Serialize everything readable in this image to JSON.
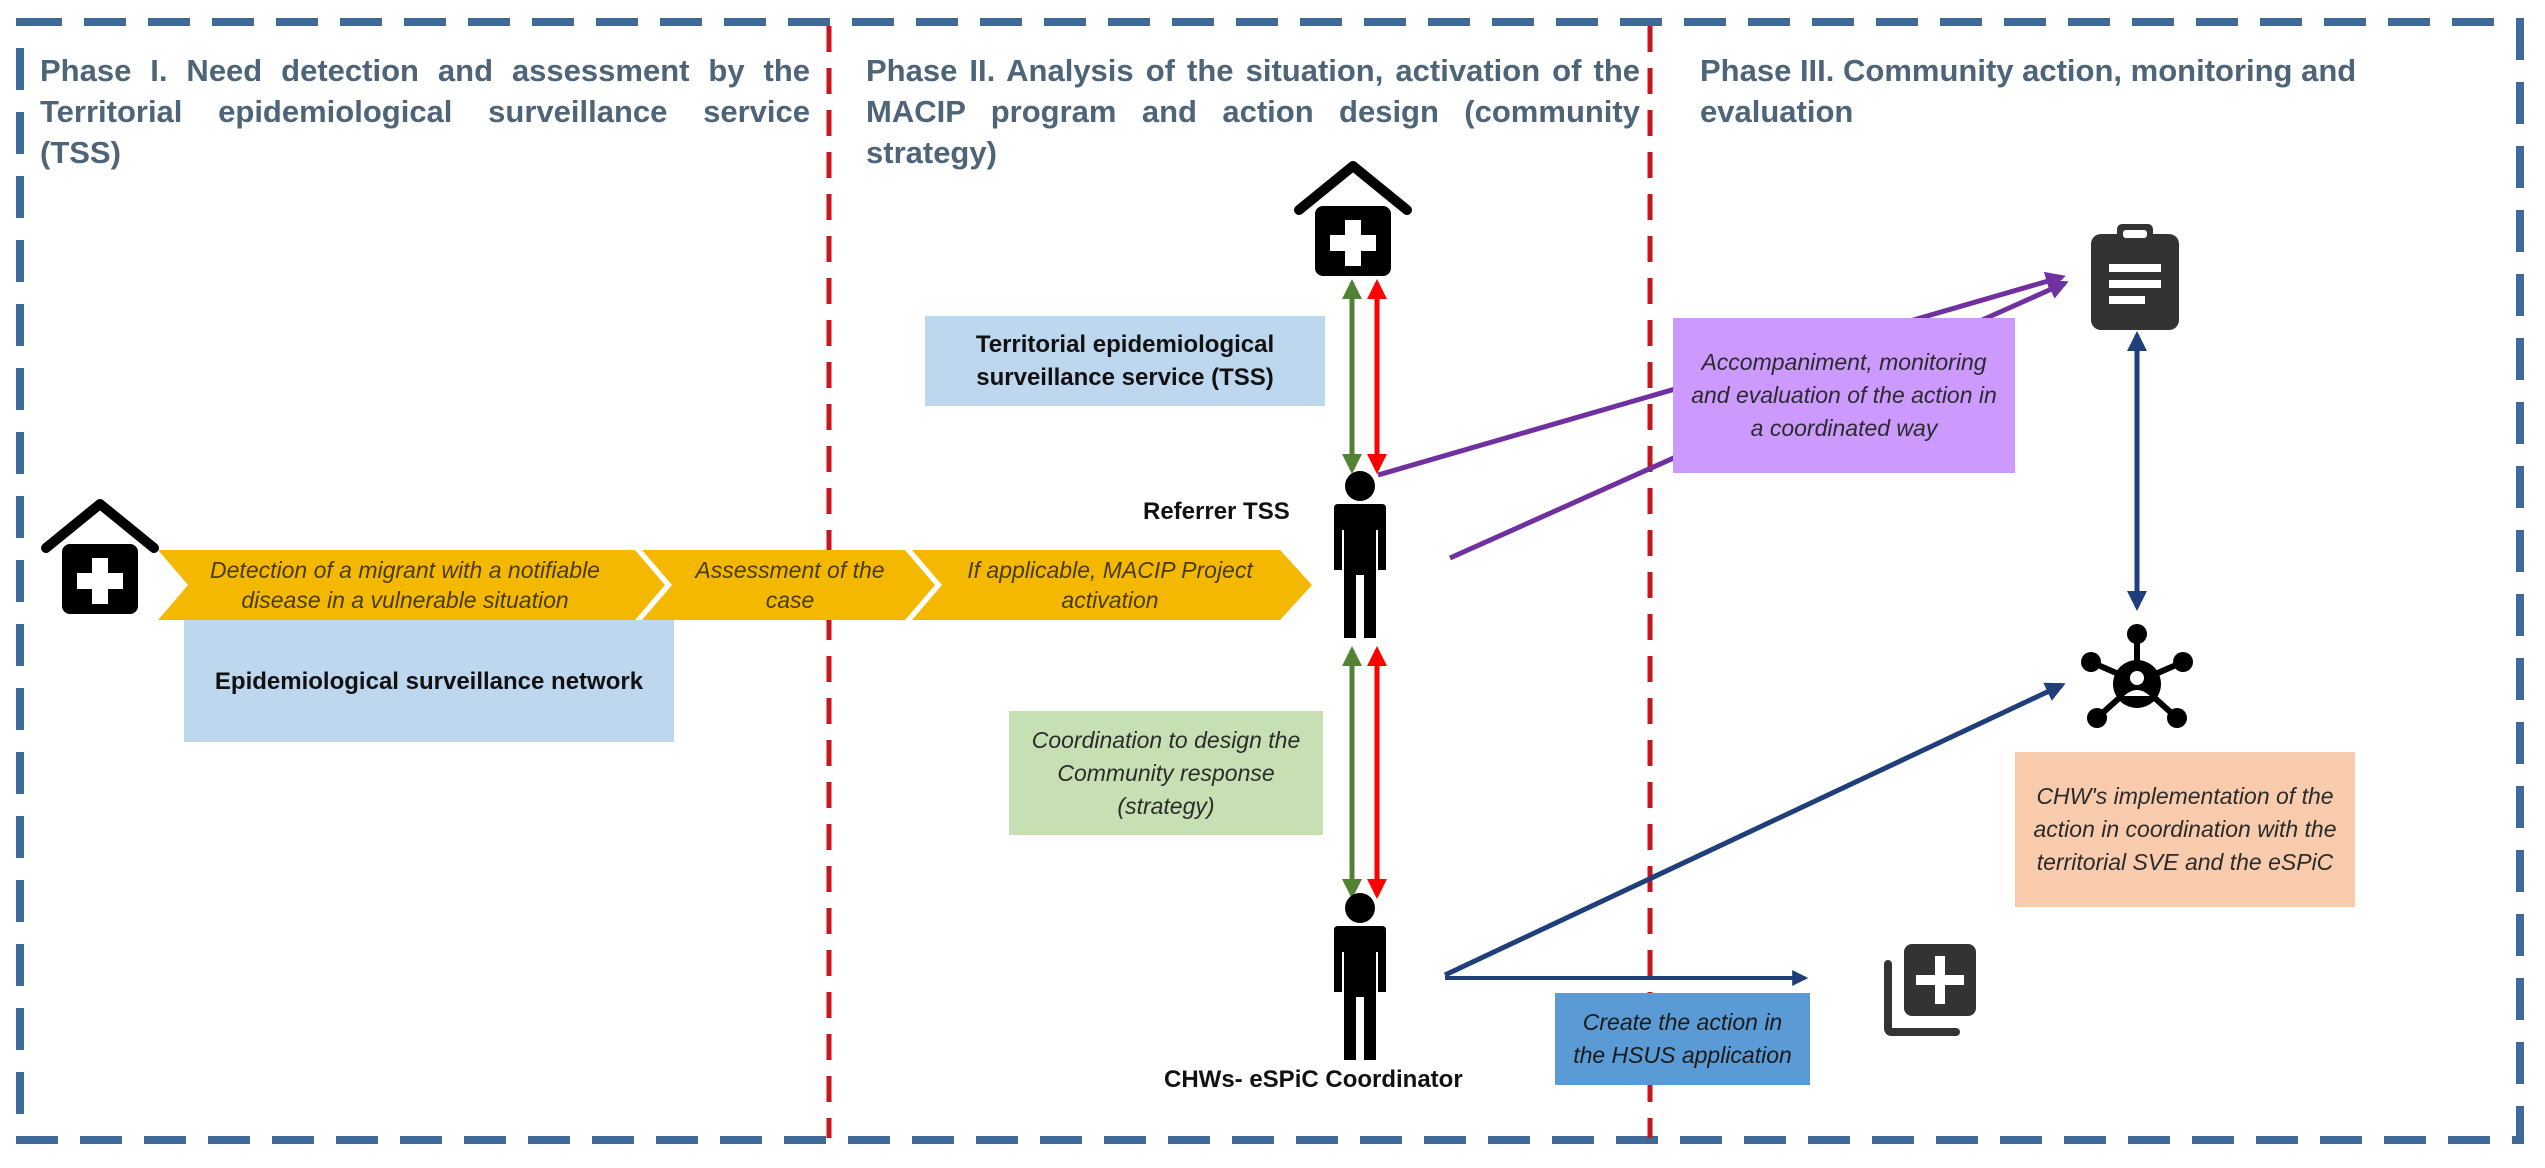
{
  "phases": [
    {
      "title": "Phase I. Need detection and assessment by the Territorial epidemiological surveillance service (TSS)"
    },
    {
      "title": "Phase II. Analysis of the situation, activation of the MACIP program and action design (community strategy)"
    },
    {
      "title": "Phase III. Community action, monitoring and evaluation"
    }
  ],
  "flow_steps": [
    {
      "label": "Detection of a migrant with a notifiable disease in a vulnerable situation"
    },
    {
      "label": "Assessment of the case"
    },
    {
      "label": "If applicable, MACIP Project activation"
    }
  ],
  "boxes": {
    "epi_network": "Epidemiological surveillance network",
    "tss": "Territorial epidemiological surveillance service (TSS)",
    "coordination": "Coordination to design the Community response (strategy)",
    "accompaniment": "Accompaniment, monitoring and evaluation of the action in a coordinated way",
    "implementation": "CHW's implementation of the action in coordination with the territorial SVE and the eSPiC",
    "create_action": "Create the action in the HSUS application"
  },
  "people": {
    "referrer": "Referrer TSS",
    "coordinator": "CHWs- eSPiC Coordinator"
  },
  "icons": [
    "hospital-icon",
    "person-icon",
    "clipboard-icon",
    "network-icon",
    "add-copy-icon"
  ],
  "colors": {
    "phase_title": "#4e6478",
    "frame_dash": "#3d6a98",
    "divider_dash": "#c8151b",
    "chevron": "#f5b800",
    "tss_box": "#bdd7ee",
    "coordination_box": "#c6e0b4",
    "accompaniment_box": "#cc99ff",
    "implementation_box": "#f8cbad",
    "create_action_box": "#5b9bd5",
    "green_arrow": "#548235",
    "red_arrow": "#ff0000",
    "purple_arrow": "#7030a0",
    "navy_arrow": "#1f3e7a"
  }
}
